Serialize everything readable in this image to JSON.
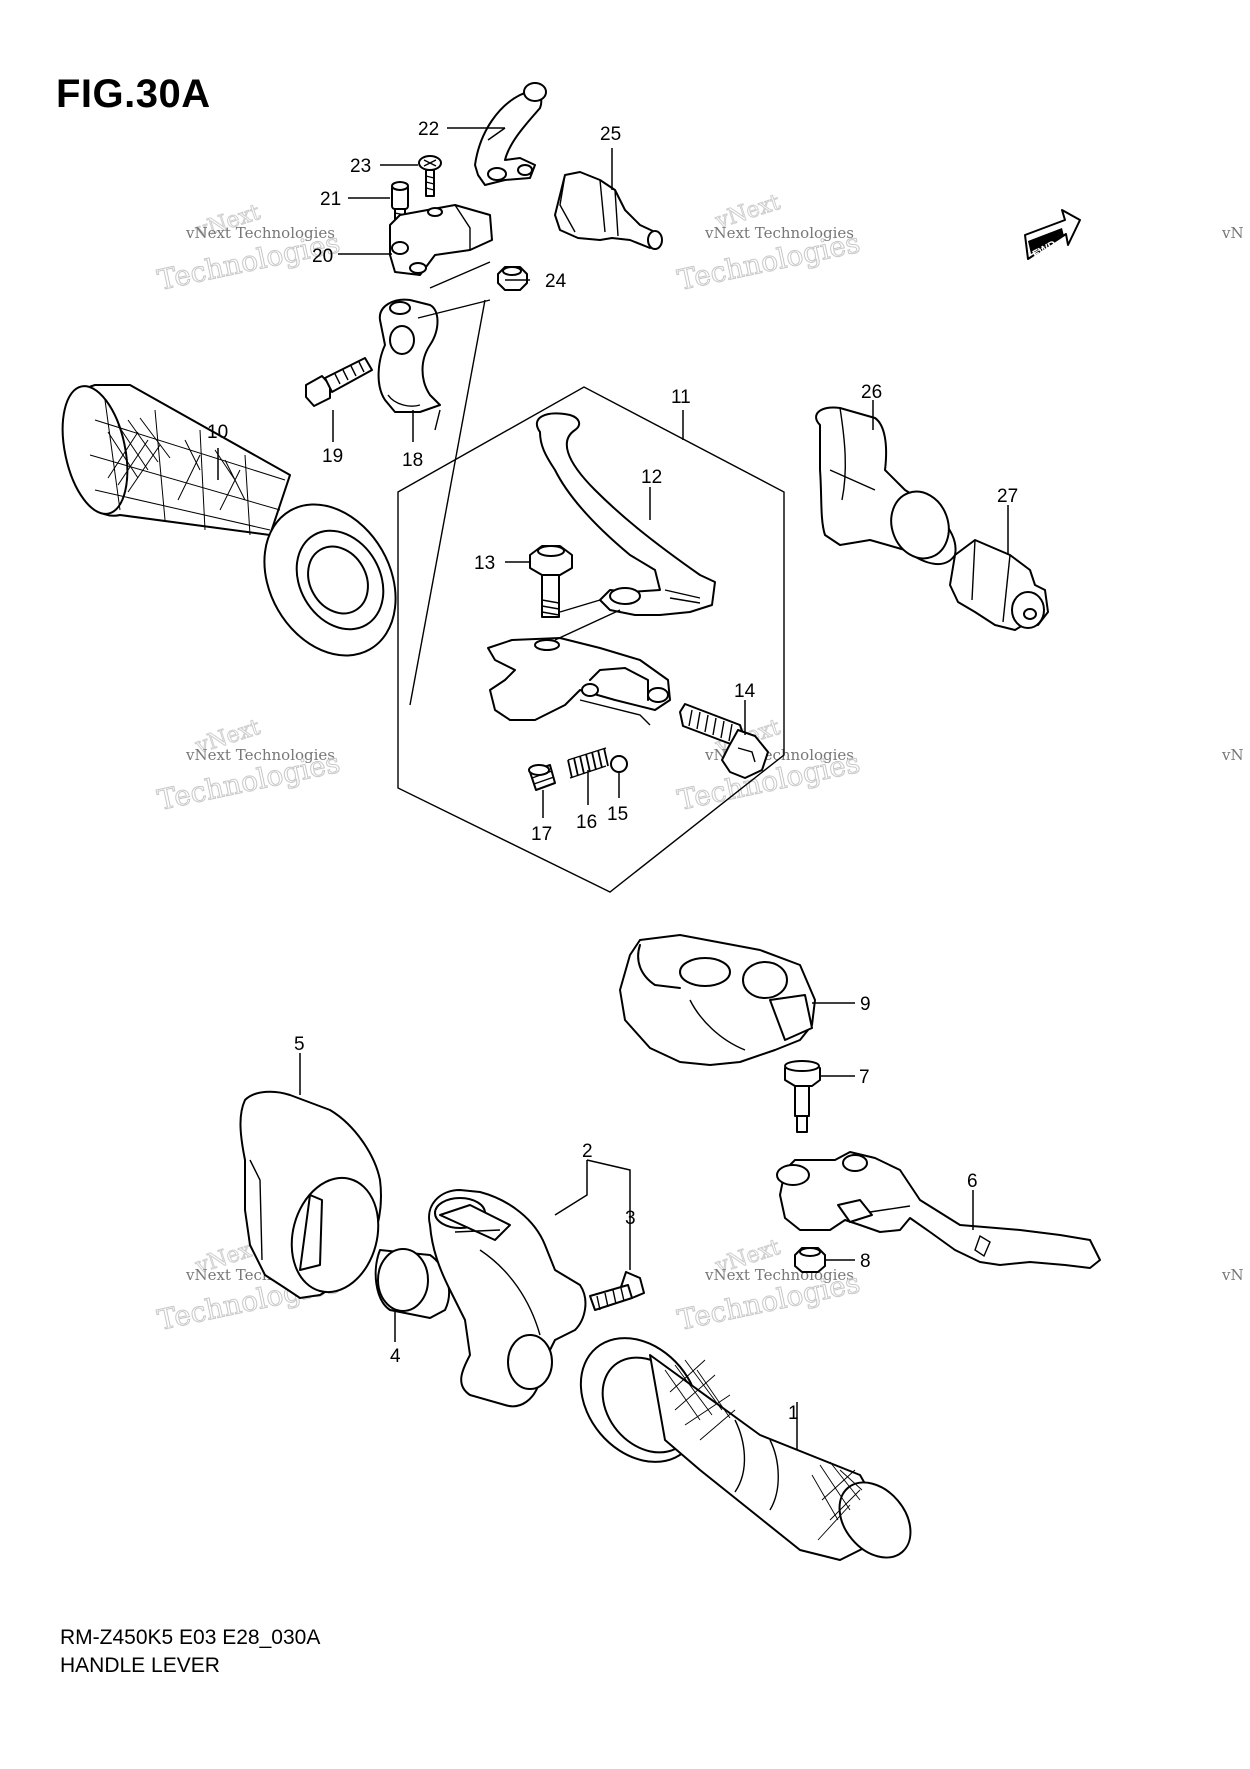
{
  "figure": {
    "title": "FIG.30A",
    "model_code": "RM-Z450K5 E03 E28_030A",
    "section_name": "HANDLE LEVER"
  },
  "fwd_badge": "FWD",
  "watermark": {
    "line_small": "vNext Technologies",
    "line_big": "Technologies",
    "line_top": "vNext"
  },
  "callouts": [
    "1",
    "2",
    "3",
    "4",
    "5",
    "6",
    "7",
    "8",
    "9",
    "10",
    "11",
    "12",
    "13",
    "14",
    "15",
    "16",
    "17",
    "18",
    "19",
    "20",
    "21",
    "22",
    "23",
    "24",
    "25",
    "26",
    "27"
  ]
}
